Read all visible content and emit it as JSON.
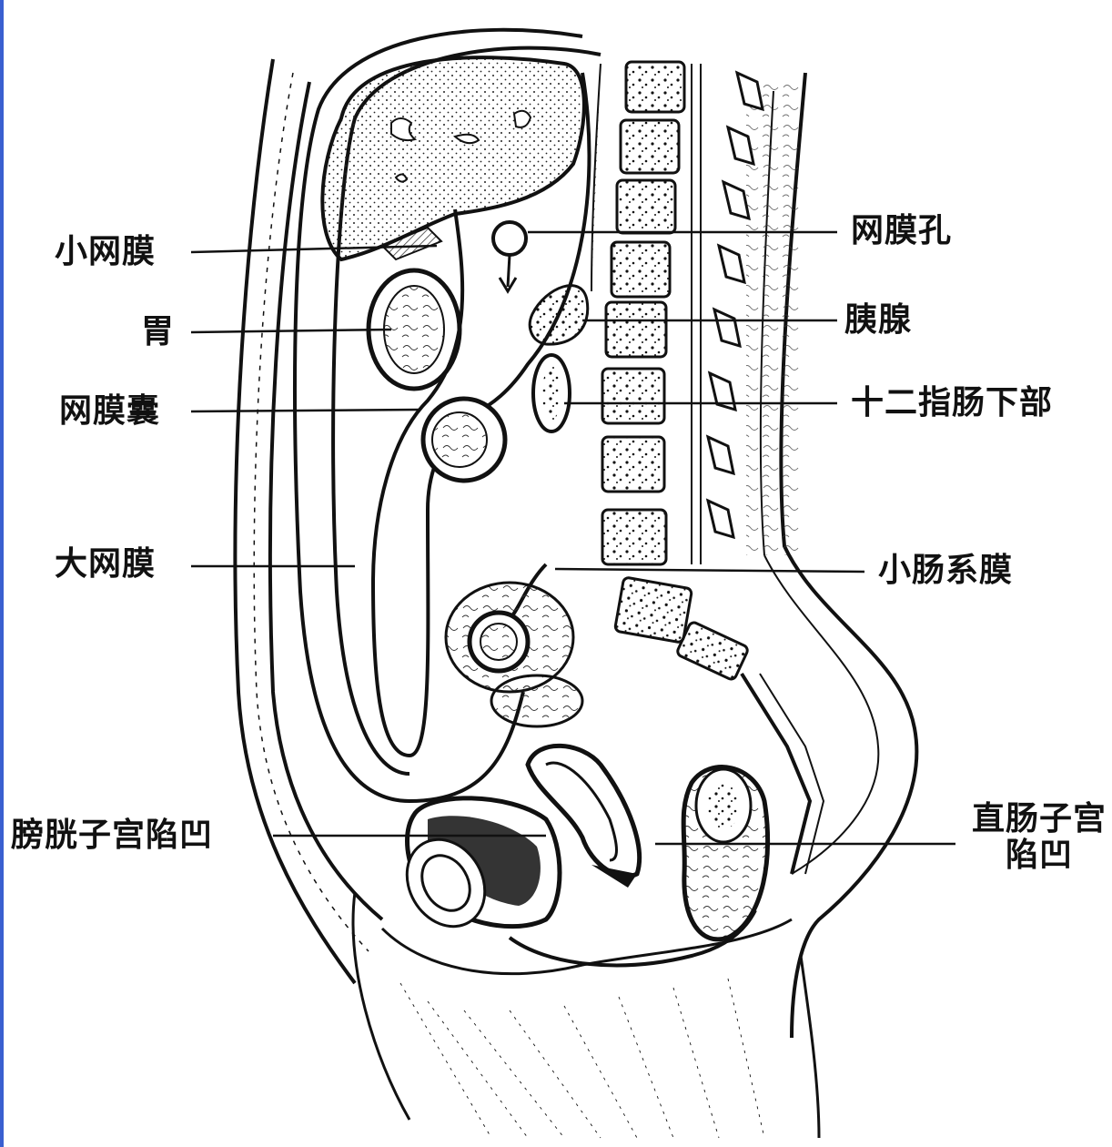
{
  "labels": {
    "lesser_omentum": "小网膜",
    "stomach": "胃",
    "omental_bursa": "网膜囊",
    "greater_omentum": "大网膜",
    "vesicouterine_pouch": "膀胱子宫陷凹",
    "omental_foramen": "网膜孔",
    "pancreas": "胰腺",
    "duodenum_inferior": "十二指肠下部",
    "mesentery": "小肠系膜",
    "rectouterine_pouch_line1": "直肠子宫",
    "rectouterine_pouch_line2": "陷凹"
  }
}
